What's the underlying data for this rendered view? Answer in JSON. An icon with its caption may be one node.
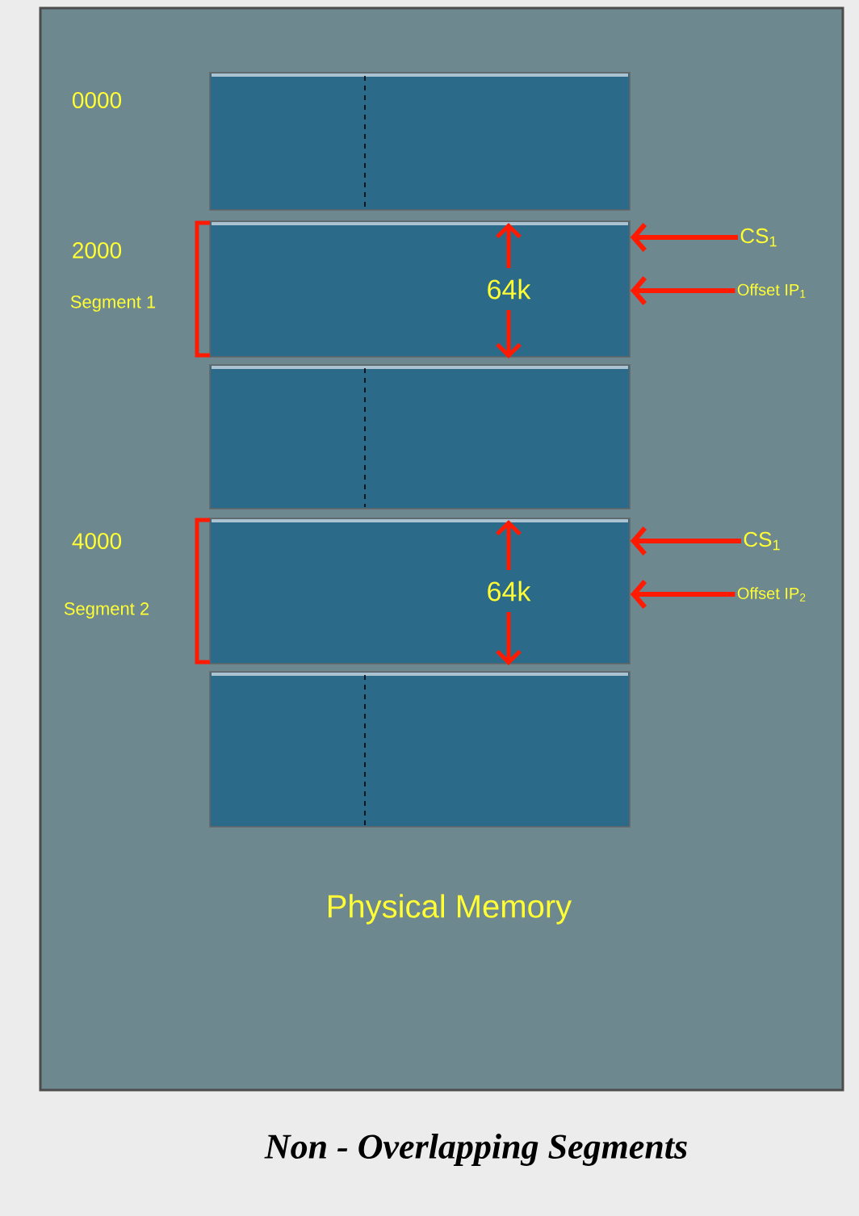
{
  "diagram": {
    "caption": "Non - Overlapping Segments",
    "nodes": [
      {
        "text": [],
        "shape": "box"
      },
      {
        "text": [
          "64k"
        ]
      },
      {
        "text": [
          "CS$_{1}$"
        ]
      },
      {
        "text": [
          "Offset IP$_{1}$"
        ]
      },
      {
        "text": [],
        "shape": "box"
      },
      {
        "text": [
          "64k"
        ]
      },
      {
        "text": [
          "CS$_{1}$"
        ]
      },
      {
        "text": [
          "Offset IP$_{2}$"
        ]
      },
      {
        "text": [],
        "shape": "box"
      }
    ],
    "edges": [
      {
        "from": 2,
        "to": 1,
        "arrow": "to"
      },
      {
        "from": 3,
        "to": 1,
        "arrow": "to"
      },
      {
        "from": 6,
        "to": 5,
        "arrow": "to"
      },
      {
        "from": 7,
        "to": 5,
        "arrow": "to"
      }
    ],
    "labels": [
      "0000",
      "2000",
      "Segment 1",
      "4000",
      "Segment 2",
      "Physical Memory"
    ]
  }
}
